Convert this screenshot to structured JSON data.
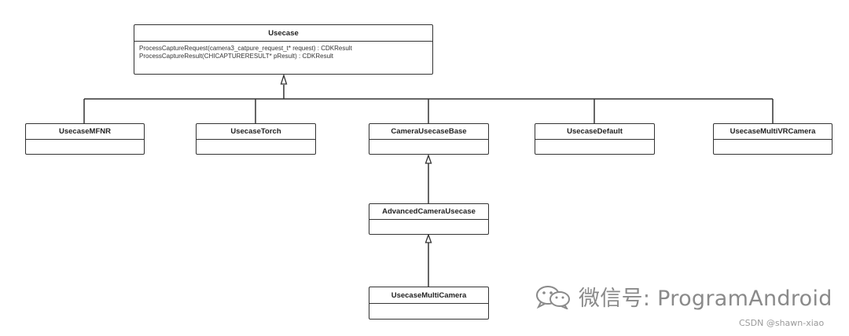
{
  "diagram": {
    "type": "uml-class-inheritance",
    "classes": {
      "usecase": {
        "name": "Usecase",
        "operations": [
          "ProcessCaptureRequest(camera3_catpure_request_t* request) : CDKResult",
          "ProcessCaptureResult(CHICAPTURERESULT* pResult) : CDKResult"
        ]
      },
      "usecase_mfnr": {
        "name": "UsecaseMFNR",
        "parent": "Usecase"
      },
      "usecase_torch": {
        "name": "UsecaseTorch",
        "parent": "Usecase"
      },
      "camera_usecase_base": {
        "name": "CameraUsecaseBase",
        "parent": "Usecase"
      },
      "usecase_default": {
        "name": "UsecaseDefault",
        "parent": "Usecase"
      },
      "usecase_multi_vr_camera": {
        "name": "UsecaseMultiVRCamera",
        "parent": "Usecase"
      },
      "advanced_camera_usecase": {
        "name": "AdvancedCameraUsecase",
        "parent": "CameraUsecaseBase"
      },
      "usecase_multi_camera": {
        "name": "UsecaseMultiCamera",
        "parent": "AdvancedCameraUsecase"
      }
    },
    "relationships": [
      {
        "kind": "generalization",
        "from": "UsecaseMFNR",
        "to": "Usecase"
      },
      {
        "kind": "generalization",
        "from": "UsecaseTorch",
        "to": "Usecase"
      },
      {
        "kind": "generalization",
        "from": "CameraUsecaseBase",
        "to": "Usecase"
      },
      {
        "kind": "generalization",
        "from": "UsecaseDefault",
        "to": "Usecase"
      },
      {
        "kind": "generalization",
        "from": "UsecaseMultiVRCamera",
        "to": "Usecase"
      },
      {
        "kind": "generalization",
        "from": "AdvancedCameraUsecase",
        "to": "CameraUsecaseBase"
      },
      {
        "kind": "generalization",
        "from": "UsecaseMultiCamera",
        "to": "AdvancedCameraUsecase"
      }
    ]
  },
  "watermark": {
    "icon": "wechat-icon",
    "text": "微信号: ProgramAndroid"
  },
  "credit": "CSDN @shawn-xiao",
  "colors": {
    "line": "#333333",
    "watermark": "#8a8a8a"
  }
}
